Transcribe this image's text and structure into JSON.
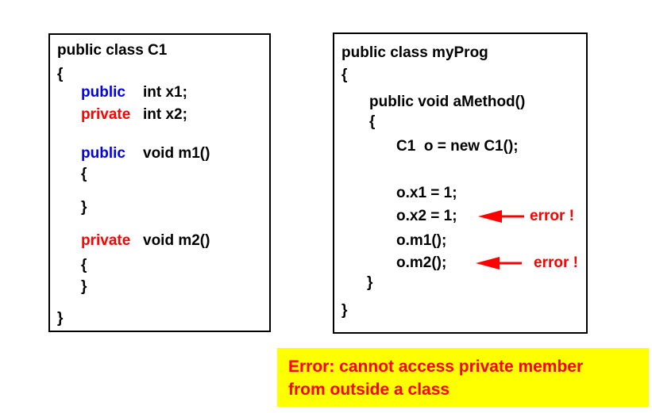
{
  "colors": {
    "background": "#ffffff",
    "box_border": "#000000",
    "code_text": "#000000",
    "kw_public": "#0000ee",
    "kw_private": "#ff0000",
    "error": "#ff0000",
    "banner_bg": "#ffff00"
  },
  "left_box": {
    "lines": [
      {
        "text": "public class C1"
      },
      {
        "text": "{"
      },
      {
        "keyword": "public",
        "text": "int x1;"
      },
      {
        "keyword": "private",
        "text": "int x2;"
      },
      {
        "keyword": "public",
        "text": "void m1()"
      },
      {
        "text": "{"
      },
      {
        "text": "}"
      },
      {
        "keyword": "private",
        "text": "void m2()"
      },
      {
        "text": "{"
      },
      {
        "text": "}"
      },
      {
        "text": "}"
      }
    ]
  },
  "right_box": {
    "lines": [
      "public class myProg",
      "{",
      "public void aMethod()",
      "{",
      "C1  o = new C1();",
      "o.x1 = 1;",
      "o.x2 = 1;",
      "o.m1();",
      "o.m2();",
      "}",
      "}"
    ],
    "annotations": [
      {
        "label": "error !"
      },
      {
        "label": "error !"
      }
    ]
  },
  "banner": {
    "line1": "Error: cannot access private member",
    "line2": "from outside a class"
  }
}
